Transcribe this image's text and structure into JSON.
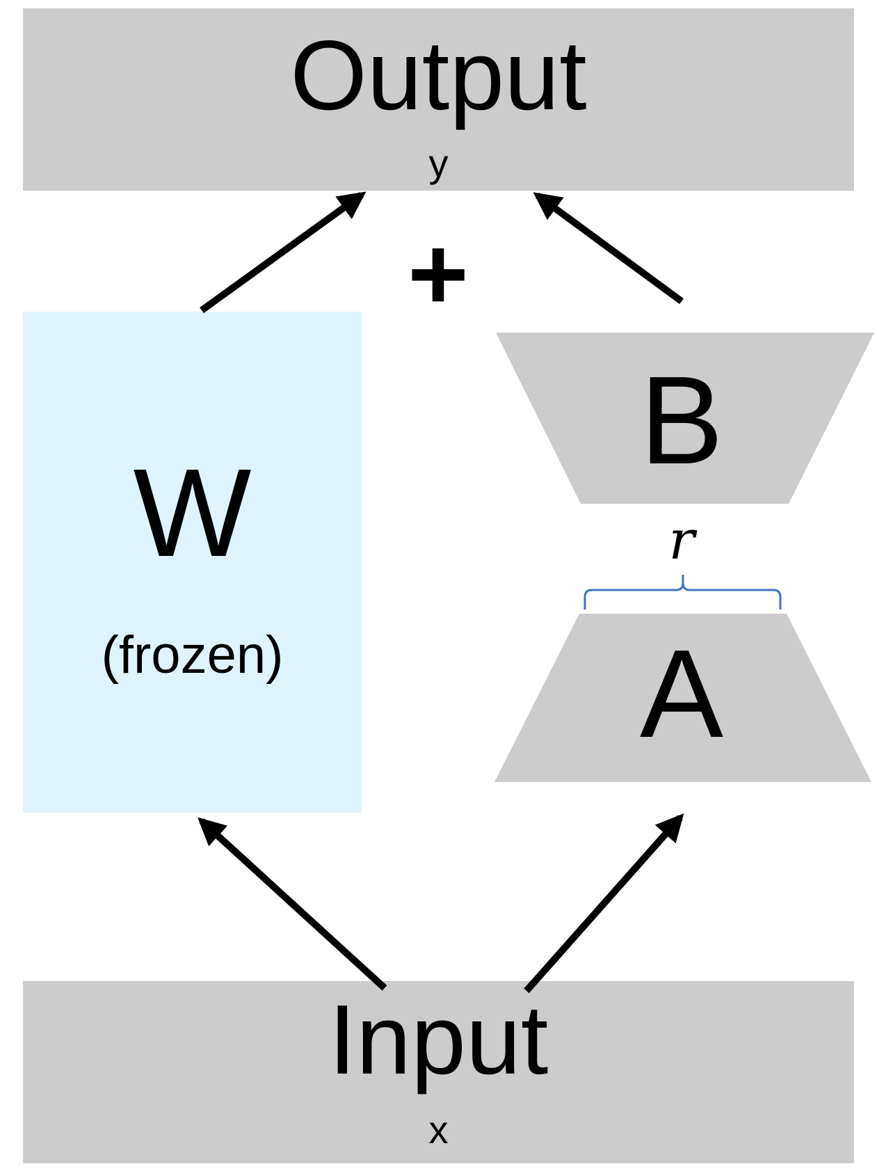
{
  "output": {
    "label": "Output",
    "symbol": "y"
  },
  "input": {
    "label": "Input",
    "symbol": "x"
  },
  "weights": {
    "label": "W",
    "note": "(frozen)"
  },
  "adapter_b": {
    "label": "B"
  },
  "adapter_a": {
    "label": "A"
  },
  "rank": {
    "label": "r"
  },
  "operator": {
    "label": "+"
  },
  "colors": {
    "box_fill": "#cccccc",
    "frozen_fill": "#dff3fc",
    "brace": "#4472c4",
    "arrow": "#000000"
  }
}
